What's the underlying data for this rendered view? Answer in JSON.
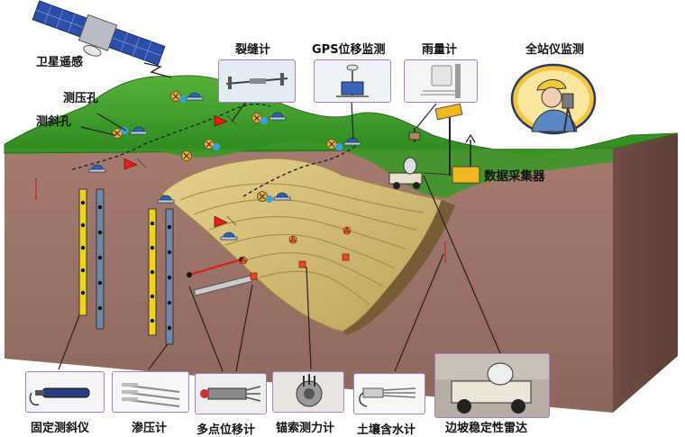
{
  "labels": {
    "satellite": "卫星遥感",
    "piezometer_hole": "测压孔",
    "inclinometer_hole": "测斜孔",
    "crack_meter": "裂缝计",
    "gps": "GPS位移监测",
    "rain_gauge": "雨量计",
    "total_station": "全站仪监测",
    "data_collector": "数据采集器"
  },
  "bottom": [
    {
      "id": "fixed-inclinometer",
      "label": "固定测斜仪"
    },
    {
      "id": "osmometer",
      "label": "渗压计"
    },
    {
      "id": "multipoint-extensometer",
      "label": "多点位移计"
    },
    {
      "id": "anchor-dynamometer",
      "label": "锚索测力计"
    },
    {
      "id": "soil-moisture-meter",
      "label": "土壤含水计"
    },
    {
      "id": "slope-radar",
      "label": "边坡稳定性雷达"
    }
  ],
  "colors": {
    "grass": "#3f9b2a",
    "grass_dark": "#2f7d1f",
    "soil": "#9c7368",
    "soil_dark": "#7d584e",
    "pit": "#d8c27a",
    "pit_dark": "#b39a50",
    "frame": "#a77fc0"
  }
}
